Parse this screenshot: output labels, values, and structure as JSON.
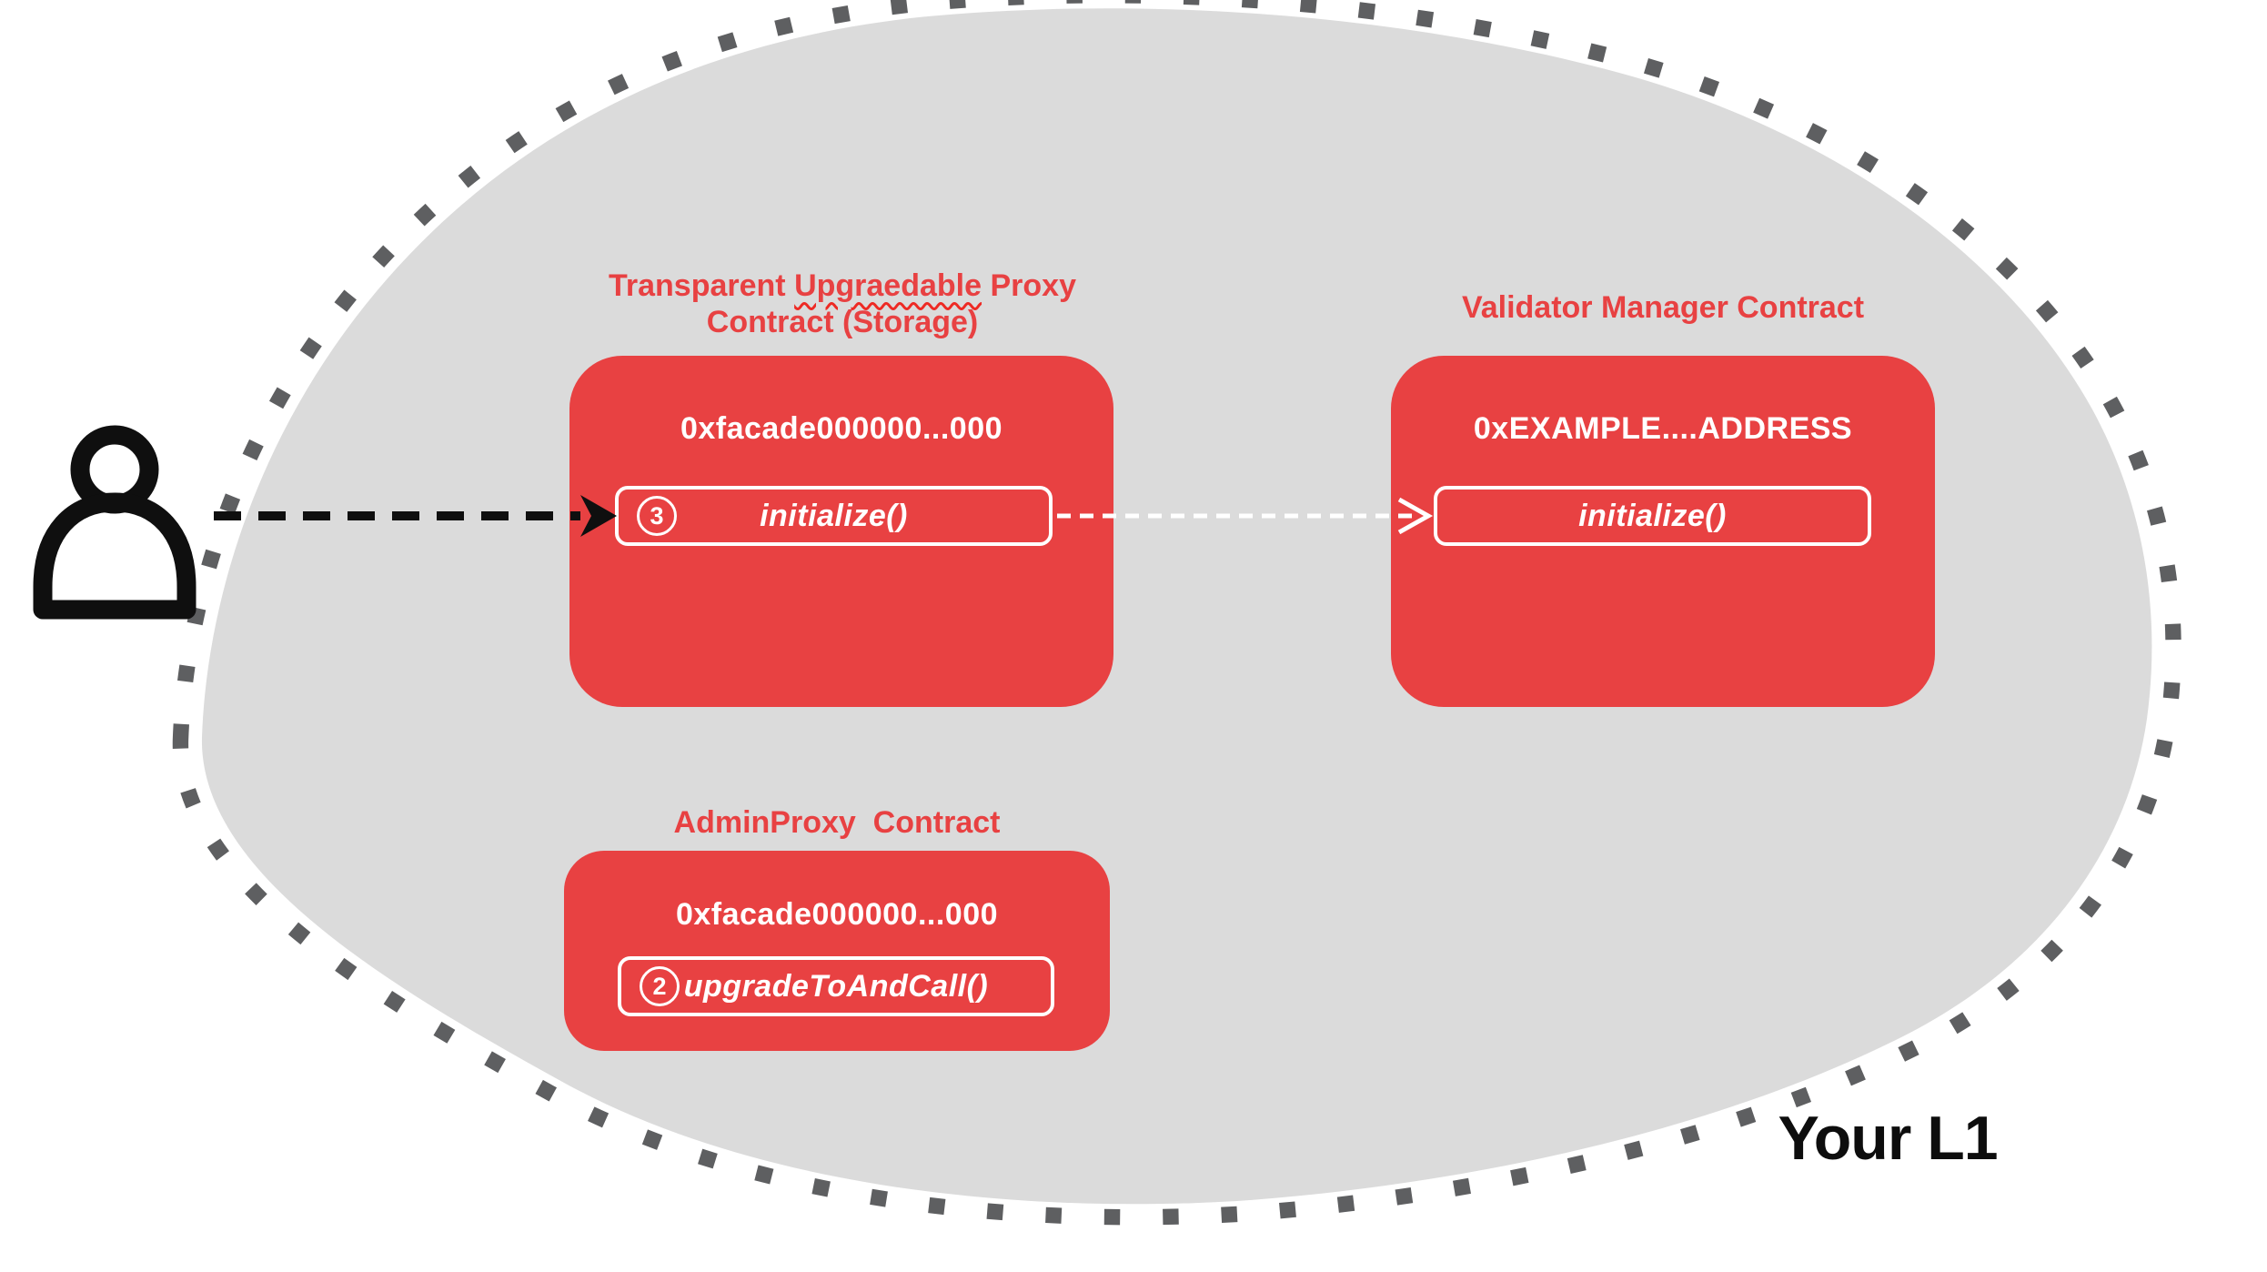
{
  "region_label": "Your L1",
  "contracts": {
    "proxy": {
      "title_line1_pre": "Transparent ",
      "title_misspelled_word": "Upgraedable",
      "title_line1_post": " Proxy",
      "title_line2": "Contract (Storage)",
      "address": "0xfacade000000...000",
      "method": {
        "step": "3",
        "label": "initialize()"
      }
    },
    "validator": {
      "title": "Validator Manager Contract",
      "address": "0xEXAMPLE....ADDRESS",
      "method": {
        "label": "initialize()"
      }
    },
    "admin_proxy": {
      "title": "AdminProxy  Contract",
      "address": "0xfacade000000...000",
      "method": {
        "step": "2",
        "label": "upgradeToAndCall()"
      }
    }
  },
  "icons": {
    "user": "person-outline-icon"
  },
  "colors": {
    "contract_red": "#E84142",
    "blob_gray": "#DBDBDB",
    "dot_border_gray": "#5E5F61",
    "arrow_black": "#0f0f0f",
    "arrow_white": "#ffffff",
    "squiggle_red": "#EE2A24",
    "label_black": "#0d0d0d"
  }
}
